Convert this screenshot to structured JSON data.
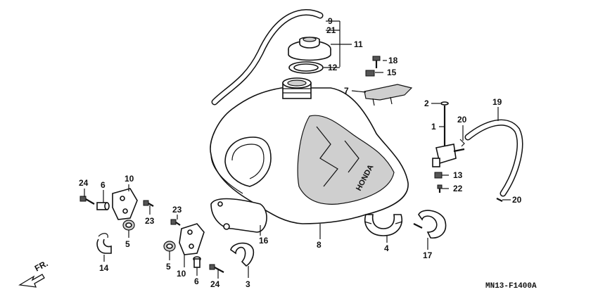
{
  "diagram_code": "MN13-F1400",
  "diagram_suffix": "A",
  "direction_label": "FR.",
  "labels": {
    "l1": "1",
    "l2": "2",
    "l3": "3",
    "l4": "4",
    "l5a": "5",
    "l5b": "5",
    "l6a": "6",
    "l6b": "6",
    "l7": "7",
    "l8": "8",
    "l9": "9",
    "l10a": "10",
    "l10b": "10",
    "l11": "11",
    "l12": "12",
    "l13": "13",
    "l14": "14",
    "l15": "15",
    "l16": "16",
    "l17": "17",
    "l18": "18",
    "l19": "19",
    "l20a": "20",
    "l20b": "20",
    "l21": "21",
    "l22": "22",
    "l23a": "23",
    "l23b": "23",
    "l24a": "24",
    "l24b": "24"
  },
  "tank_logo_text": "HONDA"
}
